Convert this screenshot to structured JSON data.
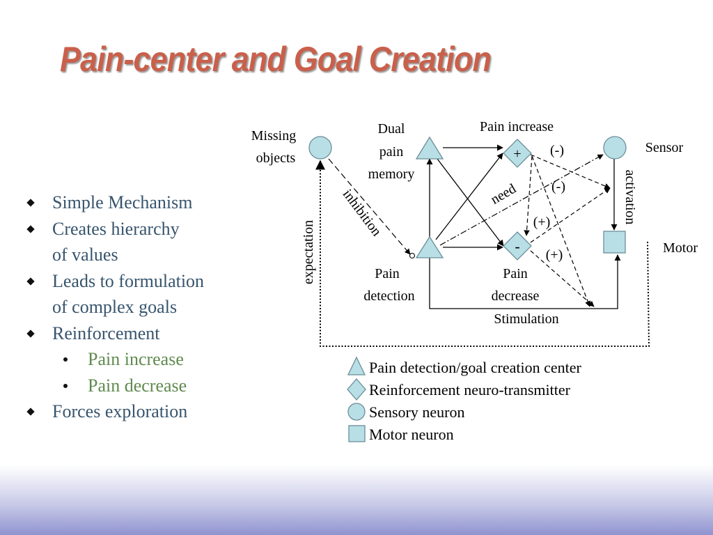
{
  "title": "Pain-center and Goal Creation",
  "bullets": {
    "simple": "Simple Mechanism",
    "hierarchy_1": "Creates hierarchy",
    "hierarchy_2": "of values",
    "formulation_1": "Leads to formulation",
    "formulation_2": "of complex goals",
    "reinforcement": "Reinforcement",
    "pain_increase": "Pain increase",
    "pain_decrease": "Pain decrease",
    "exploration": "Forces  exploration"
  },
  "diagram": {
    "missing_1": "Missing",
    "missing_2": "objects",
    "dual_1": "Dual",
    "dual_2": "pain",
    "dual_3": "memory",
    "pain_increase": "Pain increase",
    "sensor": "Sensor",
    "plus_symbol": "+",
    "minus_symbol": "-",
    "neg_1": "(-)",
    "neg_2": "(-)",
    "pos_1": "(+)",
    "pos_2": "(+)",
    "need": "need",
    "inhibition": "inhibition",
    "expectation": "expectation",
    "activation": "activation",
    "motor": "Motor",
    "pain_detection_1": "Pain",
    "pain_detection_2": "detection",
    "pain_decrease_1": "Pain",
    "pain_decrease_2": "decrease",
    "stimulation": "Stimulation"
  },
  "legend": {
    "triangle": "Pain detection/goal creation center",
    "diamond": "Reinforcement neuro-transmitter",
    "circle": "Sensory neuron",
    "square": "Motor neuron"
  },
  "colors": {
    "title": "#c9604b",
    "bullet_text": "#37546d",
    "sub_bullet_text": "#5f8a4e",
    "node_fill": "#b9dfe6",
    "footer_gradient": "#8f93cf"
  }
}
